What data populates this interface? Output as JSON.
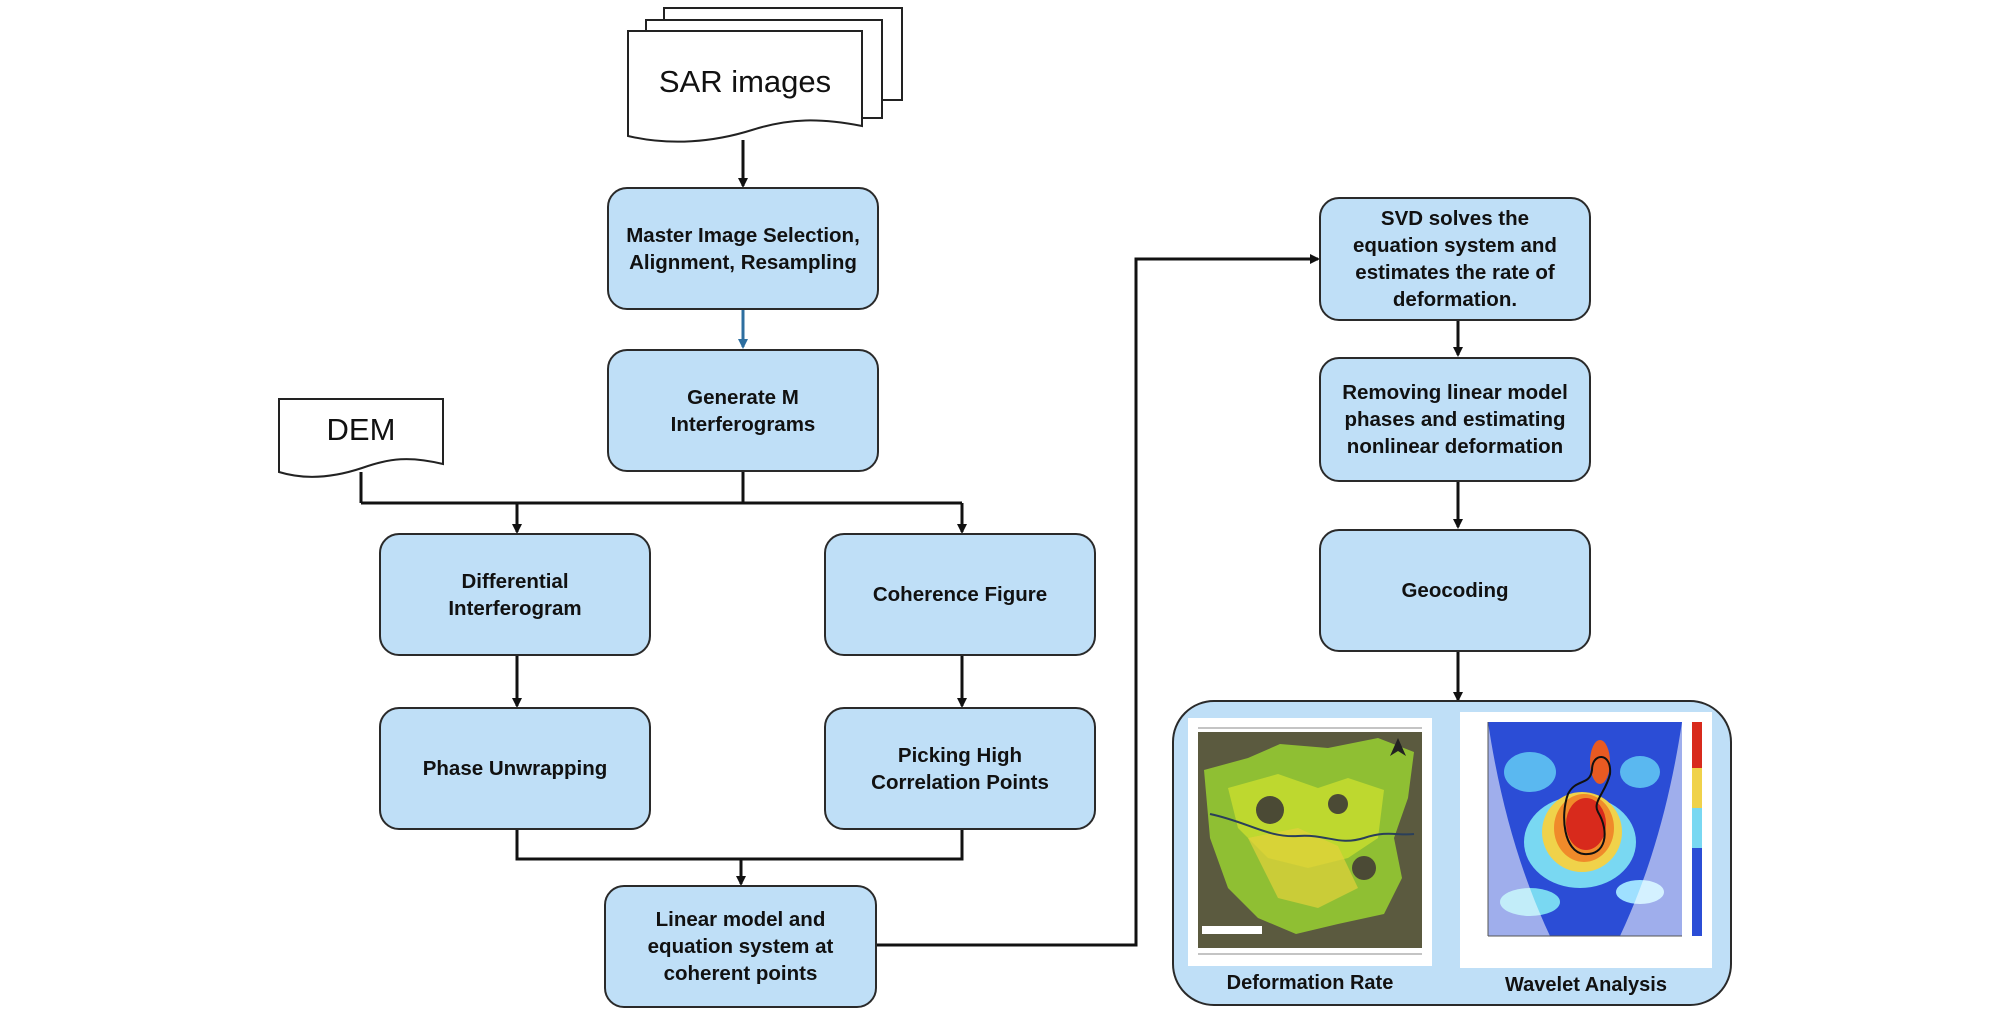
{
  "diagram": {
    "inputs": {
      "sar_images": "SAR images",
      "dem": "DEM"
    },
    "steps": {
      "master_selection": "Master Image Selection,\nAlignment, Resampling",
      "generate_interferograms": "Generate M\nInterferograms",
      "differential_interferogram": "Differential\nInterferogram",
      "coherence_figure": "Coherence Figure",
      "phase_unwrapping": "Phase Unwrapping",
      "picking_points": "Picking High\nCorrelation Points",
      "linear_model": "Linear model and\nequation system at\ncoherent points",
      "svd": "SVD solves the\nequation system and\nestimates the rate of\ndeformation.",
      "removing_linear": "Removing linear model\nphases and estimating\nnonlinear deformation",
      "geocoding": "Geocoding"
    },
    "results": {
      "deformation_rate": "Deformation Rate",
      "wavelet_analysis": "Wavelet Analysis"
    }
  },
  "colors": {
    "box_fill": "#bfdff7",
    "stroke": "#2a2a2a",
    "accent_arrow": "#2e6fa0"
  },
  "icons": [
    "document-stack-icon",
    "document-icon",
    "map-thumbnail",
    "wavelet-thumbnail"
  ]
}
